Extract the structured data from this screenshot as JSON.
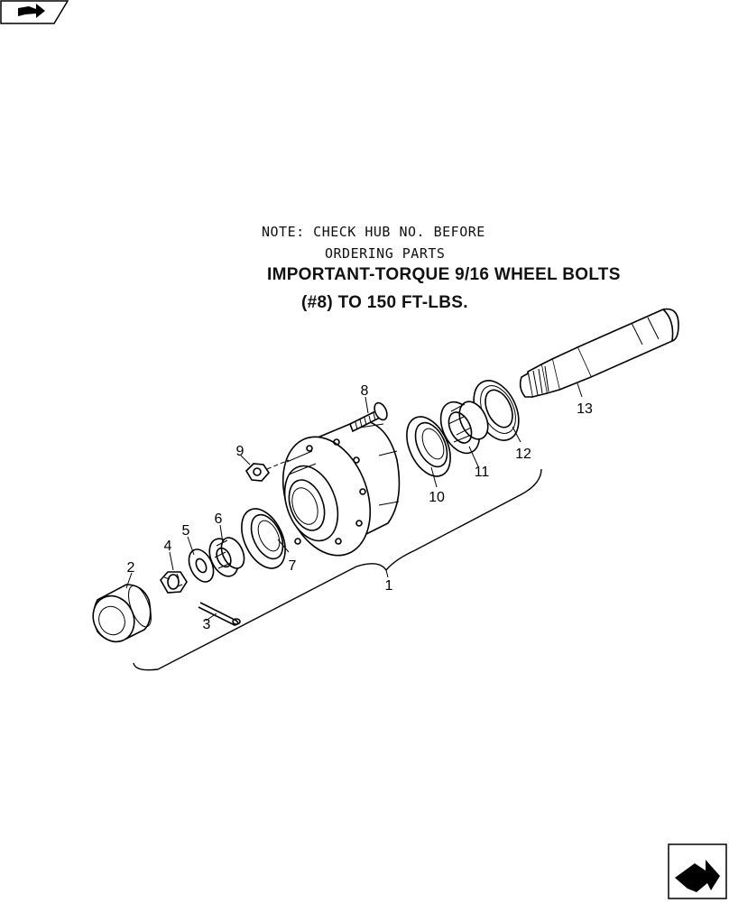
{
  "note": {
    "line1": "NOTE: CHECK HUB NO. BEFORE",
    "line2": "ORDERING PARTS"
  },
  "important": {
    "line1": "IMPORTANT-TORQUE 9/16 WHEEL BOLTS",
    "line2": "(#8) TO 150 FT-LBS."
  },
  "callouts": [
    {
      "id": "1",
      "label": "1"
    },
    {
      "id": "2",
      "label": "2"
    },
    {
      "id": "3",
      "label": "3"
    },
    {
      "id": "4",
      "label": "4"
    },
    {
      "id": "5",
      "label": "5"
    },
    {
      "id": "6",
      "label": "6"
    },
    {
      "id": "7",
      "label": "7"
    },
    {
      "id": "8",
      "label": "8"
    },
    {
      "id": "9",
      "label": "9"
    },
    {
      "id": "10",
      "label": "10"
    },
    {
      "id": "11",
      "label": "11"
    },
    {
      "id": "12",
      "label": "12"
    },
    {
      "id": "13",
      "label": "13"
    }
  ],
  "icons": {
    "top_left": "book-arrow-icon",
    "bottom_right": "next-arrow-icon"
  }
}
